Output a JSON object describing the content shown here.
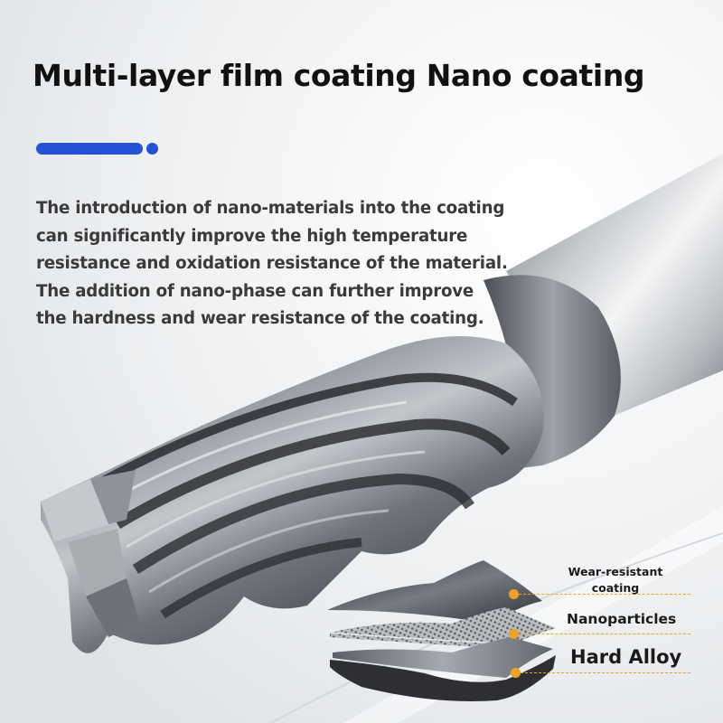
{
  "heading": {
    "title": "Multi-layer film coating Nano coating",
    "accent_color": "#2452d6"
  },
  "description": {
    "lines": [
      "The introduction of nano-materials into the coating",
      "can significantly improve the high temperature",
      "resistance and oxidation resistance of the material.",
      "The addition of nano-phase can further improve",
      "the hardness and wear resistance of the coating."
    ]
  },
  "layers": {
    "marker_color": "#f0a022",
    "wear_resistant": [
      "Wear-resistant",
      "coating"
    ],
    "nanoparticles": "Nanoparticles",
    "hard_alloy": "Hard Alloy"
  },
  "illustration": {
    "subject": "end-mill-cutter",
    "layer_stack": "coating-layer-diagram"
  }
}
